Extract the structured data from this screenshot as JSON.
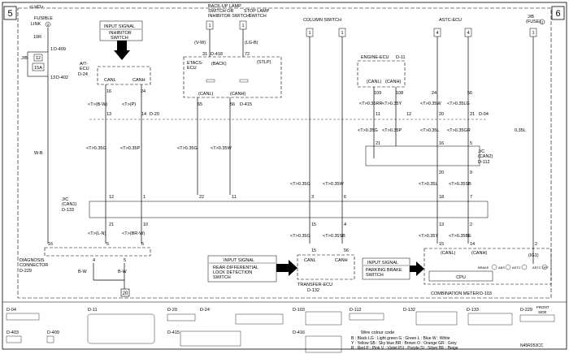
{
  "header": {
    "page_left": "5",
    "page_right": "6",
    "lhd": "<LHD>"
  },
  "labels": {
    "fusible_link": "FUSIBLE",
    "fusible_link2": "LINK",
    "fusible_link_num": "2",
    "w10r": "10R",
    "c_409_pin": "1",
    "c_409": "D-409",
    "jb": "J/B",
    "jb_num": "12",
    "fuse_15a": "15A",
    "pin_13": "13",
    "c_402": "D-402",
    "wire_wb": "W-B",
    "input_signal_1": "INPUT SIGNAL",
    "inhibitor_1": "INHIBITOR",
    "inhibitor_2": "SWITCH",
    "at_ecu_1": "A/T-",
    "at_ecu_2": "ECU",
    "c_24": "D-24",
    "canl": "CANL",
    "canh": "CANH",
    "backup_1": "BACK-UP LAMP",
    "backup_2": "SWITCH OR",
    "backup_3": "INHIBITOR SWITCH",
    "stop_lamp": "STOP LAMP",
    "stop_lamp2": "SWITCH",
    "vw": "(V-W)",
    "lgb": "(LG-B)",
    "pin31": "31",
    "c_418": "D-418",
    "pin72": "72",
    "etacs_1": "ETACS-",
    "etacs_2": "ECU",
    "back": "(BACK)",
    "stlp": "(STLP)",
    "canl_p": "(CANL)",
    "canh_p": "(CANH)",
    "pin65": "65",
    "pin56": "56",
    "c_415": "D-415",
    "column_switch": "COLUMN SWITCH",
    "astc_ecu": "ASTC-ECU",
    "jb_fuse": "J/B",
    "jb_fuse2": "(FUSE)",
    "jb_fuse_num": "1",
    "engine_ecu": "ENGINE-ECU",
    "c_11": "D-11",
    "pin109": "109",
    "pin108": "108",
    "w035rr": "<T>0.35RR",
    "w035y": "<T>0.35Y",
    "w035w": "<T>0.35W",
    "w035lg": "<T>0.35LG",
    "w035l_jb": "0.35L",
    "pin16": "16",
    "pin24": "24",
    "pin13b": "13",
    "pin14": "14",
    "c_20": "D-20",
    "w_bw": "<T>(B-W)",
    "w_p": "<T>(P)",
    "w035g": "<T>0.35G",
    "w035p": "<T>0.35P",
    "w035g2": "<T>0.35G",
    "w035w2": "<T>0.35W",
    "pin11": "11",
    "pin12": "12",
    "pin20": "20",
    "pin21": "21",
    "c_04": "D-04",
    "w035g3": "<T>0.35G",
    "w035p2": "<T>0.35P",
    "w035l": "<T>0.35L",
    "w035gr": "<T>0.35GR",
    "pin21b": "21",
    "pin5": "5",
    "pin6": "6",
    "pin16b": "16",
    "jc2_1": "J/C",
    "jc2_2": "(CAN2)",
    "c_112": "D-112",
    "pin20b": "20",
    "pin9": "9",
    "w035g4": "<T>0.35G",
    "w035w3": "<T>0.35W",
    "w035l2": "<T>0.35L",
    "w035sb": "<T>0.35SB",
    "jc1_1": "J/C",
    "jc1_2": "(CAN1)",
    "c_133": "D-133",
    "pin12b": "12",
    "pin1": "1",
    "pin22": "22",
    "pin11b": "11",
    "pin3": "3",
    "pin6b": "6",
    "pin18": "18",
    "pin7": "7",
    "pin21c": "21",
    "pin10": "10",
    "pin15": "15",
    "pin4": "4",
    "pin13c": "13",
    "pin2": "2",
    "w_ln": "<T>(L-N)",
    "w_brw": "<T>(BR-W)",
    "w035g5": "<T>0.35G",
    "w035sb2": "<T>0.35SB",
    "w035y2": "<T>0.35Y",
    "w035be": "<T>0.35BE",
    "pin16c": "16",
    "pin5b": "5",
    "pin6c": "6",
    "pin15b": "15",
    "pin56b": "56",
    "pin15c": "15",
    "pin14b": "14",
    "pin2b": "2",
    "diag_1": "DIAGNOSIS",
    "diag_2": "CONNECTOR",
    "c_229": "D-229",
    "pin4b": "4",
    "pin5c": "5",
    "wb_a": "B-W",
    "wb_b": "B-W",
    "ground": "20",
    "input_signal_2": "INPUT SIGNAL",
    "rear_1": "REAR DIFFERENTIAL",
    "rear_2": "LOCK DETECTION",
    "rear_3": "SWITCH",
    "transfer_1": "TRANSFER-ECU",
    "c_132": "D-132",
    "input_signal_3": "INPUT SIGNAL",
    "parking_1": "PARKING BRAKE",
    "parking_2": "SWITCH",
    "combo": "COMBINATION METER",
    "c_103": "D-103",
    "cpu": "CPU",
    "ig1": "(IG1)",
    "brake": "BRAKE",
    "abs": "ABS",
    "astc": "ASTC",
    "astc_off": "ASTC OFF"
  },
  "connectors": {
    "d04": "D-04",
    "d403": "D-403",
    "d409": "D-409",
    "d11": "D-11",
    "d20": "D-20",
    "d24": "D-24",
    "d415": "D-415",
    "d103": "D-103",
    "d416": "D-416",
    "d112": "D-112",
    "d132": "D-132",
    "d133": "D-133",
    "d229": "D-229",
    "front_side_1": "FRONT",
    "front_side_2": "SIDE"
  },
  "color_code": {
    "title": "Wire colour code",
    "row1": "B : Black    LG : Light green    G : Green    L : Blue    W : White",
    "row2": "Y : Yellow    SB : Sky blue    BR : Brown    O : Orange    GR : Grey",
    "row3": "R : Red    P : Pink    V : Violet    PU : Purple    SI : Silver    BE : Beige"
  },
  "footer_code": "N45R053CC"
}
